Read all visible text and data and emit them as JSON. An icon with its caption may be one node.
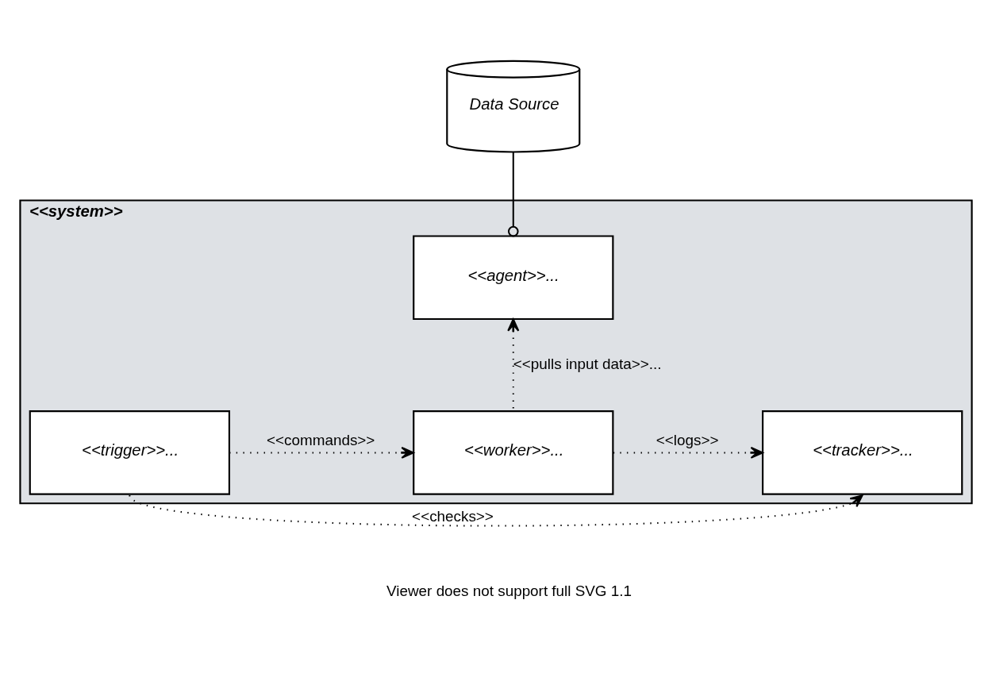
{
  "diagram": {
    "nodes": [
      {
        "text": [
          "Data Source"
        ]
      },
      {
        "text": [
          "<<system>>"
        ]
      },
      {
        "text": [
          "<<agent>>..."
        ],
        "in": 1
      },
      {
        "text": [
          "<<trigger>>..."
        ],
        "in": 1
      },
      {
        "text": [
          "<<worker>>..."
        ],
        "in": 1
      },
      {
        "text": [
          "<<tracker>>..."
        ],
        "in": 1
      }
    ],
    "edges": [
      {
        "from": 0,
        "to": 2,
        "arrow": "other"
      },
      {
        "from": 4,
        "to": 2,
        "arrow": "to",
        "label": "<<pulls input data>>...",
        "style": "dashed"
      },
      {
        "from": 3,
        "to": 4,
        "arrow": "to",
        "label": "<<commands>>",
        "style": "dashed"
      },
      {
        "from": 4,
        "to": 5,
        "arrow": "to",
        "label": "<<logs>>",
        "style": "dashed"
      },
      {
        "from": 3,
        "to": 5,
        "arrow": "to",
        "label": "<<checks>>",
        "style": "dashed"
      }
    ],
    "labels": [
      "Viewer does not support full SVG 1.1"
    ]
  }
}
